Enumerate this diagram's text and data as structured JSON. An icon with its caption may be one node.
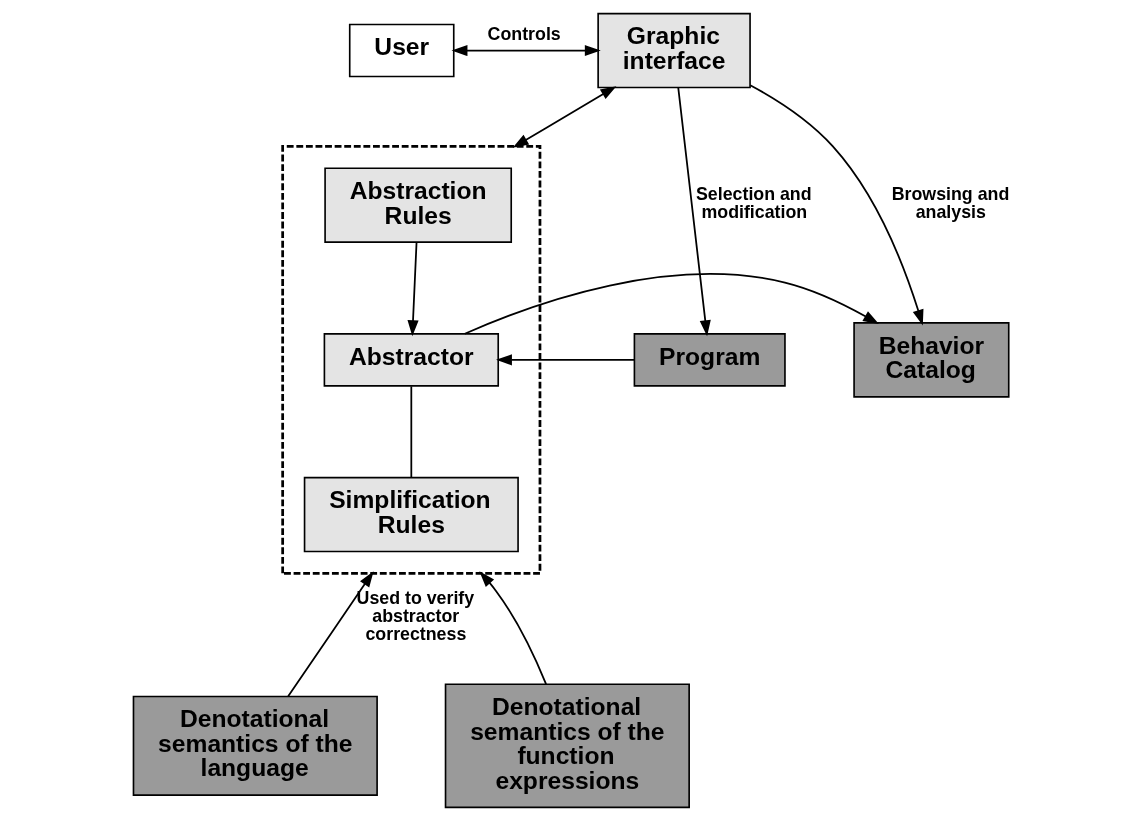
{
  "diagram": {
    "nodes": [
      {
        "text": [
          "User"
        ]
      },
      {
        "text": [
          "Graphic interface"
        ]
      },
      {
        "text": [],
        "shape": "box"
      },
      {
        "text": [
          "Abstraction Rules"
        ],
        "in": 2
      },
      {
        "text": [
          "Abstractor"
        ],
        "in": 2
      },
      {
        "text": [
          "Simplification Rules"
        ],
        "in": 2
      },
      {
        "text": [
          "Program"
        ]
      },
      {
        "text": [
          "Behavior Catalog"
        ]
      },
      {
        "text": [
          "Denotational semantics of the language"
        ]
      },
      {
        "text": [
          "Denotational semantics of the function expressions"
        ]
      }
    ],
    "edges": [
      {
        "from": 0,
        "to": 1,
        "arrow": "both",
        "label": "Controls"
      },
      {
        "from": 1,
        "to": 2,
        "arrow": "both"
      },
      {
        "from": 1,
        "to": 6,
        "arrow": "to",
        "label": "Selection and modification"
      },
      {
        "from": 1,
        "to": 7,
        "arrow": "to",
        "label": "Browsing and analysis"
      },
      {
        "from": 3,
        "to": 4,
        "arrow": "to"
      },
      {
        "from": 6,
        "to": 4,
        "arrow": "to"
      },
      {
        "from": 4,
        "to": 7,
        "arrow": "to"
      },
      {
        "from": 4,
        "to": 5,
        "arrow": "none"
      },
      {
        "from": 8,
        "to": 2,
        "arrow": "to",
        "label": "Used to verify abstractor correctness"
      },
      {
        "from": 9,
        "to": 2,
        "arrow": "to"
      }
    ]
  }
}
